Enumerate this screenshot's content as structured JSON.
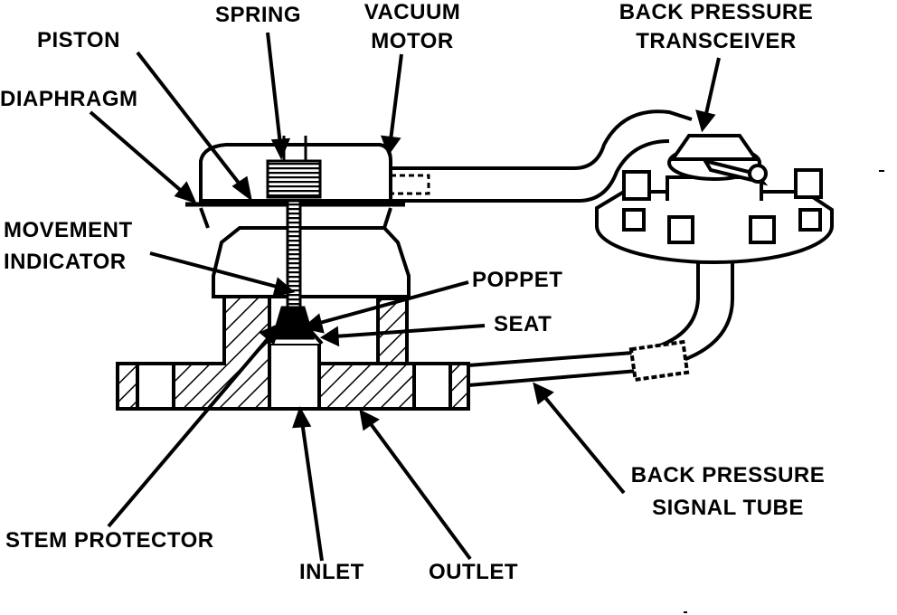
{
  "labels": {
    "spring": "SPRING",
    "vacuum_motor_1": "VACUUM",
    "vacuum_motor_2": "MOTOR",
    "piston": "PISTON",
    "diaphragm": "DIAPHRAGM",
    "bpt_1": "BACK PRESSURE",
    "bpt_2": "TRANSCEIVER",
    "movement_1": "MOVEMENT",
    "movement_2": "INDICATOR",
    "poppet": "POPPET",
    "seat": "SEAT",
    "signal_tube_1": "BACK PRESSURE",
    "signal_tube_2": "SIGNAL TUBE",
    "stem_protector": "STEM PROTECTOR",
    "inlet": "INLET",
    "outlet": "OUTLET"
  }
}
